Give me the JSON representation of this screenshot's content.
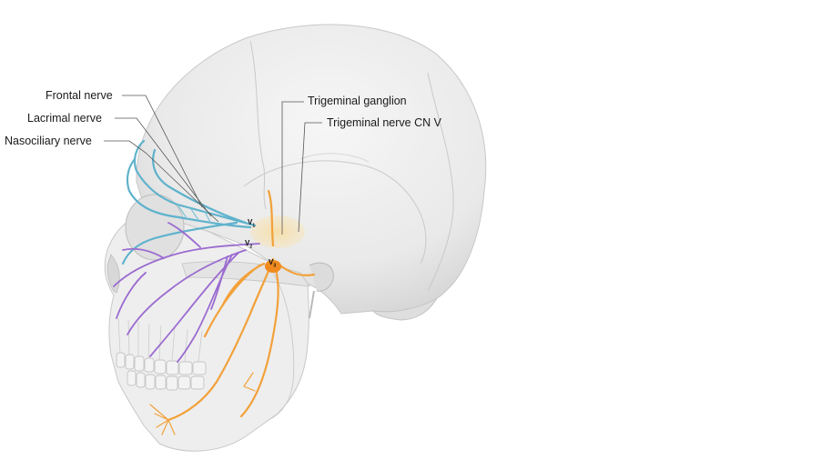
{
  "labels": {
    "frontal": "Frontal nerve",
    "lacrimal": "Lacrimal nerve",
    "nasociliary": "Nasociliary nerve",
    "ganglion": "Trigeminal ganglion",
    "trigeminal": "Trigeminal nerve CN V"
  },
  "branches": {
    "v1": "V",
    "v2": "V",
    "v3": "V"
  },
  "colors": {
    "ophthalmic": "#5fb2cc",
    "maxillary": "#9b6bd0",
    "mandibular": "#f2a13a",
    "ganglion": "#f4d79a",
    "skull": "#e8e8e8"
  }
}
